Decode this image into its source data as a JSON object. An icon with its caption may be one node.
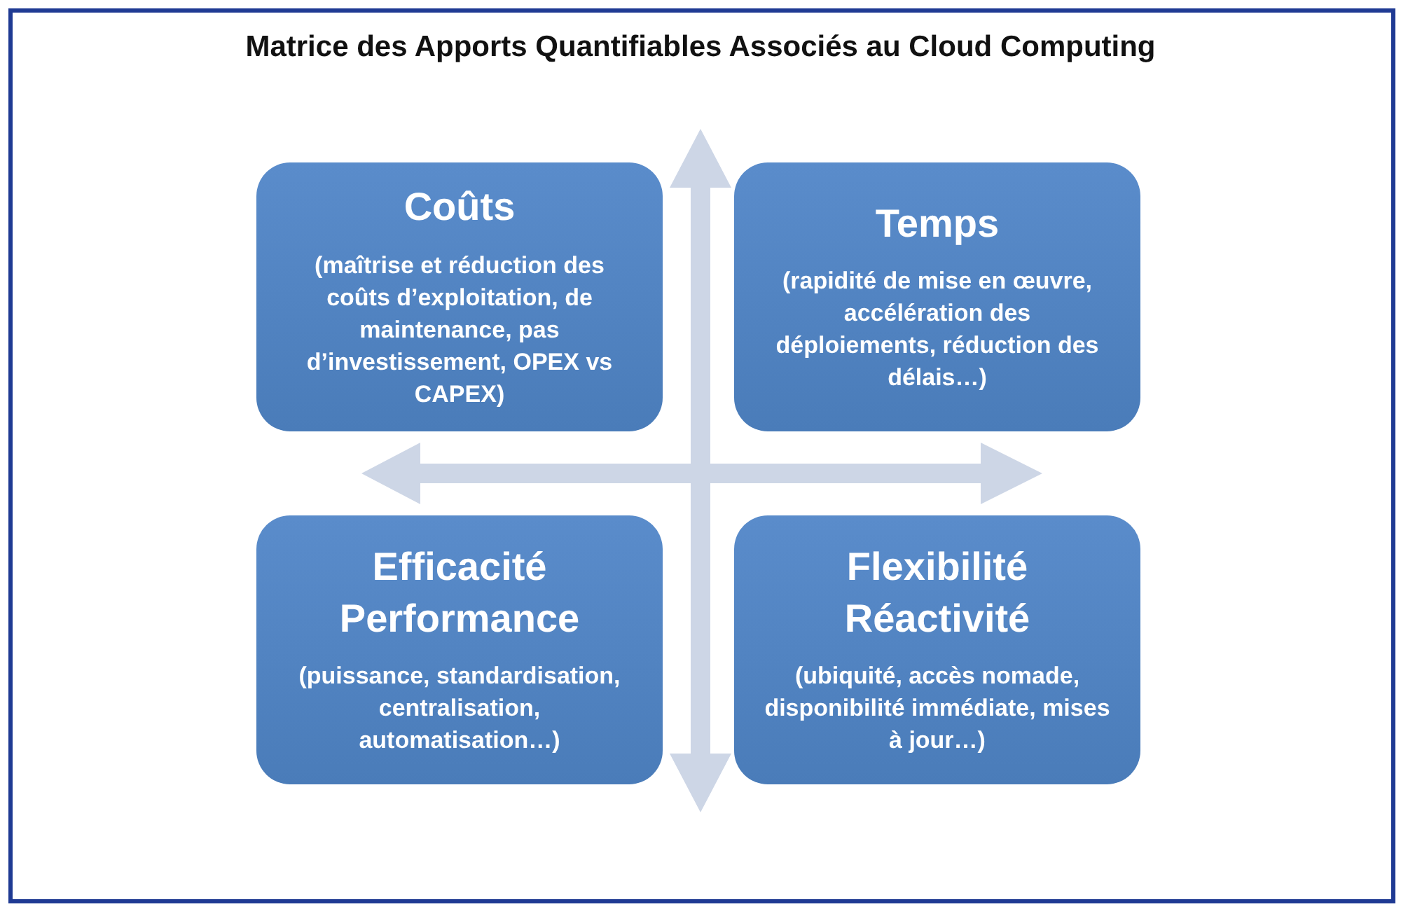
{
  "diagram": {
    "title": "Matrice des Apports Quantifiables Associés au Cloud Computing",
    "nodes": [
      {
        "text": [
          "Coûts",
          "(maîtrise et réduction des coûts d’exploitation, de maintenance, pas d’investissement, OPEX vs CAPEX)"
        ]
      },
      {
        "text": [
          "Temps",
          "(rapidité de mise en œuvre, accélération des déploiements, réduction des délais…)"
        ]
      },
      {
        "text": [
          "Efficacité Performance",
          "(puissance, standardisation, centralisation, automatisation…)"
        ]
      },
      {
        "text": [
          "Flexibilité Réactivité",
          "(ubiquité, accès nomade, disponibilité immédiate, mises à jour…)"
        ]
      }
    ]
  }
}
